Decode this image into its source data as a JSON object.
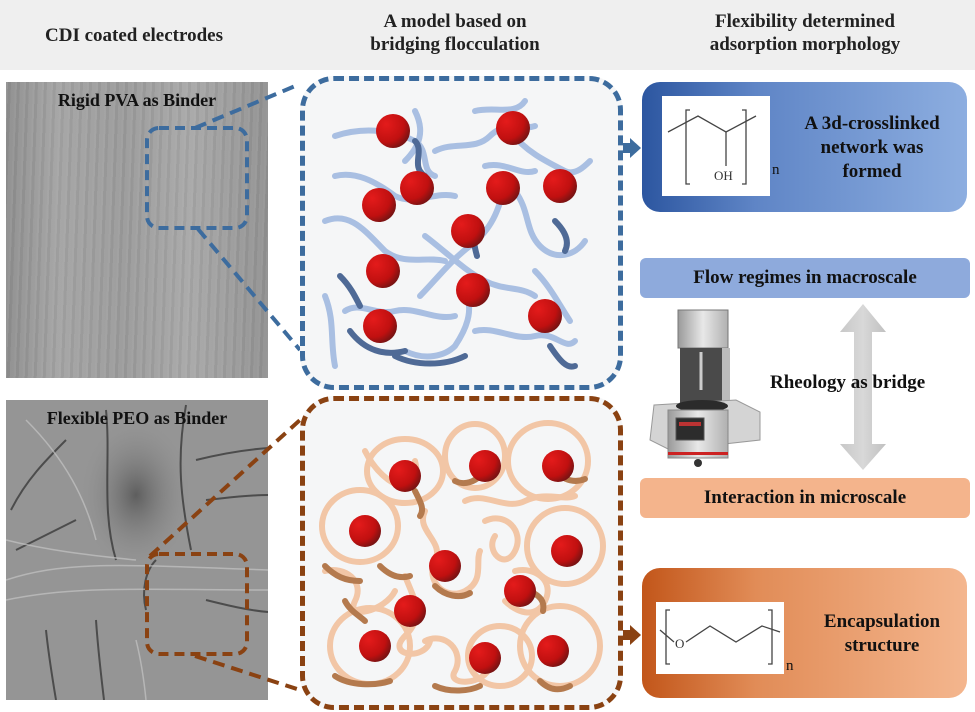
{
  "header": {
    "col1": "CDI coated electrodes",
    "col2_line1": "A model based on",
    "col2_line2": "bridging flocculation",
    "col3_line1": "Flexibility determined",
    "col3_line2": "adsorption morphology"
  },
  "electrodes": {
    "top_label": "Rigid PVA as Binder",
    "bottom_label": "Flexible PEO as Binder"
  },
  "results": {
    "top": {
      "line1": "A 3d-crosslinked",
      "line2": "network was",
      "line3": "formed",
      "chem_group": "OH",
      "chem_subscript": "n"
    },
    "bottom": {
      "line1": "Encapsulation",
      "line2": "structure",
      "chem_atom": "O",
      "chem_subscript": "n"
    }
  },
  "rheology": {
    "macro_label": "Flow regimes in macroscale",
    "bridge_label": "Rheology as bridge",
    "micro_label": "Interaction in microscale"
  },
  "colors": {
    "pva_blue": "#3d6c9e",
    "peo_brown": "#8a4212",
    "particle_red": "#cc1111",
    "pva_chain": "#9fb6dc",
    "peo_chain": "#f0c4a4"
  }
}
